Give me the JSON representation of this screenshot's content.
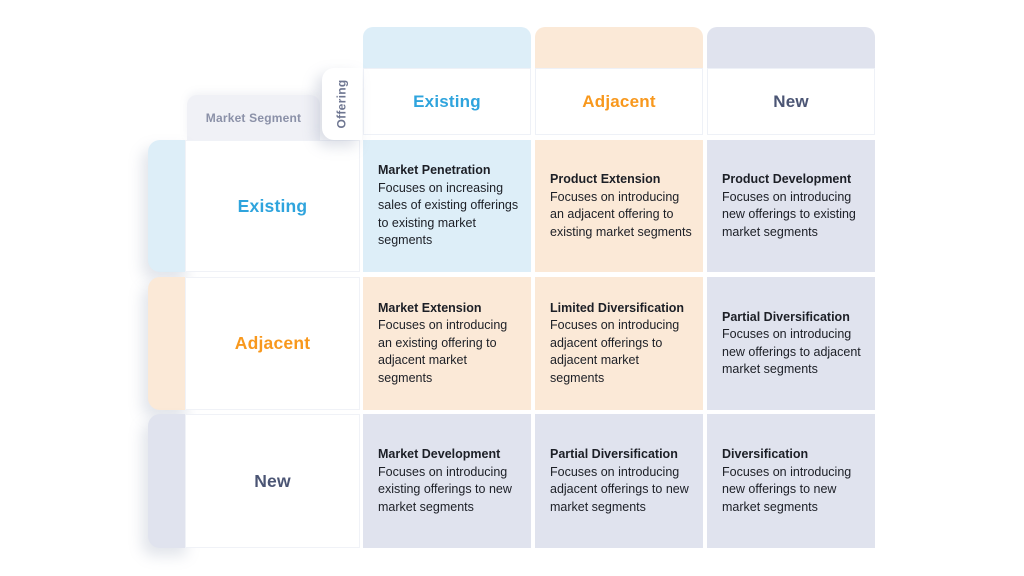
{
  "matrix": {
    "corner": {
      "row_axis_label": "Market Segment",
      "col_axis_label": "Offering"
    },
    "colors": {
      "existing_blue_text": "#2fa4dd",
      "adjacent_orange_text": "#f8981d",
      "new_navy_text": "#4b5574",
      "blue_fill": "#ddeef8",
      "peach_fill": "#fbe9d7",
      "gray_fill": "#e0e3ee",
      "corner_box_fill": "#f0f1f6",
      "corner_text": "#8b91a8"
    },
    "columns": [
      {
        "label": "Existing",
        "text_color": "#2fa4dd",
        "strip_color": "#ddeef8"
      },
      {
        "label": "Adjacent",
        "text_color": "#f8981d",
        "strip_color": "#fbe9d7"
      },
      {
        "label": "New",
        "text_color": "#4b5574",
        "strip_color": "#e0e3ee"
      }
    ],
    "rows": [
      {
        "label": "Existing",
        "text_color": "#2fa4dd",
        "strip_color": "#ddeef8"
      },
      {
        "label": "Adjacent",
        "text_color": "#f8981d",
        "strip_color": "#fbe9d7"
      },
      {
        "label": "New",
        "text_color": "#4b5574",
        "strip_color": "#e0e3ee"
      }
    ],
    "cells": [
      [
        {
          "title": "Market Penetration",
          "description": "Focuses on increasing sales of existing offerings  to existing market segments",
          "bg": "#ddeef8"
        },
        {
          "title": "Product Extension",
          "description": "Focuses on introducing an adjacent offering to existing market segments",
          "bg": "#fbe9d7"
        },
        {
          "title": "Product Development",
          "description": "Focuses on introducing new offerings to existing market segments",
          "bg": "#e0e3ee"
        }
      ],
      [
        {
          "title": "Market Extension",
          "description": "Focuses on introducing an existing offering to adjacent market segments",
          "bg": "#fbe9d7"
        },
        {
          "title": "Limited Diversification",
          "description": "Focuses on introducing adjacent offerings to adjacent market segments",
          "bg": "#fbe9d7"
        },
        {
          "title": "Partial Diversification",
          "description": "Focuses on introducing new offerings to adjacent market segments",
          "bg": "#e0e3ee"
        }
      ],
      [
        {
          "title": "Market Development",
          "description": "Focuses on introducing existing offerings to new market segments",
          "bg": "#e0e3ee"
        },
        {
          "title": "Partial Diversification",
          "description": "Focuses on introducing adjacent offerings to new market segments",
          "bg": "#e0e3ee"
        },
        {
          "title": "Diversification",
          "description": "Focuses on introducing new offerings to new market segments",
          "bg": "#e0e3ee"
        }
      ]
    ]
  }
}
